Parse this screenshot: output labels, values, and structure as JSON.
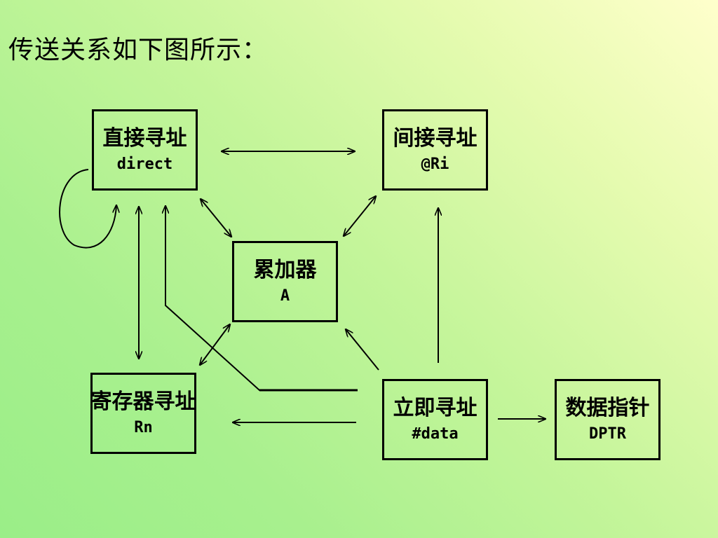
{
  "title": "传送关系如下图所示：",
  "boxes": {
    "direct": {
      "cn": "直接寻址",
      "en": "direct"
    },
    "indirect": {
      "cn": "间接寻址",
      "en": "@Ri"
    },
    "acc": {
      "cn": "累加器",
      "en": "A"
    },
    "register": {
      "cn": "寄存器寻址",
      "en": "Rn"
    },
    "immediate": {
      "cn": "立即寻址",
      "en": "#data"
    },
    "dptr": {
      "cn": "数据指针",
      "en": "DPTR"
    }
  },
  "colors": {
    "line": "#000000"
  }
}
